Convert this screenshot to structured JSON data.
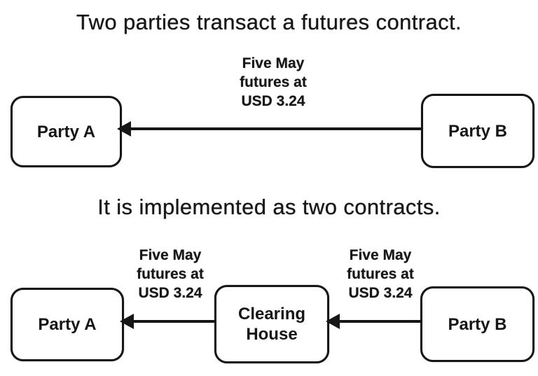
{
  "colors": {
    "ink": "#161616",
    "background": "#ffffff"
  },
  "top_section": {
    "title": "Two parties transact a futures contract.",
    "arrow_label": {
      "lines": [
        "Five May",
        "futures at",
        "USD 3.24"
      ]
    },
    "party_a": "Party A",
    "party_b": "Party B"
  },
  "bottom_section": {
    "title": "It is implemented as two contracts.",
    "left_arrow_label": {
      "lines": [
        "Five May",
        "futures at",
        "USD 3.24"
      ]
    },
    "right_arrow_label": {
      "lines": [
        "Five May",
        "futures at",
        "USD 3.24"
      ]
    },
    "party_a": "Party A",
    "clearing_house": {
      "lines": [
        "Clearing",
        "House"
      ]
    },
    "party_b": "Party B"
  }
}
